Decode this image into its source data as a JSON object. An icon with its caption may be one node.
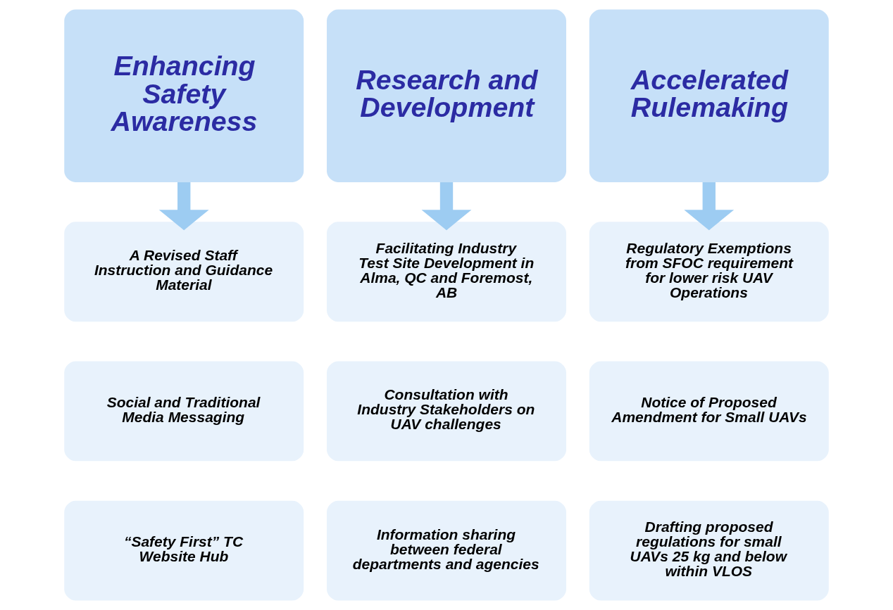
{
  "diagram": {
    "nodes": [
      {
        "text": [
          "Enhancing Safety Awareness"
        ]
      },
      {
        "text": [
          "Research and Development"
        ]
      },
      {
        "text": [
          "Accelerated Rulemaking"
        ]
      },
      {
        "text": [
          "A Revised Staff Instruction and Guidance Material"
        ]
      },
      {
        "text": [
          "Facilitating Industry Test Site Development in Alma, QC and Foremost, AB"
        ]
      },
      {
        "text": [
          "Regulatory Exemptions from SFOC requirement for lower risk UAV Operations"
        ]
      },
      {
        "text": [
          "Social and Traditional Media Messaging"
        ]
      },
      {
        "text": [
          "Consultation with Industry Stakeholders on UAV challenges"
        ]
      },
      {
        "text": [
          "Notice of Proposed Amendment for Small UAVs"
        ]
      },
      {
        "text": [
          "“Safety First” TC Website Hub"
        ]
      },
      {
        "text": [
          "Information sharing between federal departments and agencies"
        ]
      },
      {
        "text": [
          "Drafting proposed regulations for small UAVs 25 kg and below within VLOS"
        ]
      }
    ],
    "edges": [
      {
        "from": 0,
        "to": 3,
        "arrow": "to"
      },
      {
        "from": 1,
        "to": 4,
        "arrow": "to"
      },
      {
        "from": 2,
        "to": 5,
        "arrow": "to"
      }
    ]
  }
}
